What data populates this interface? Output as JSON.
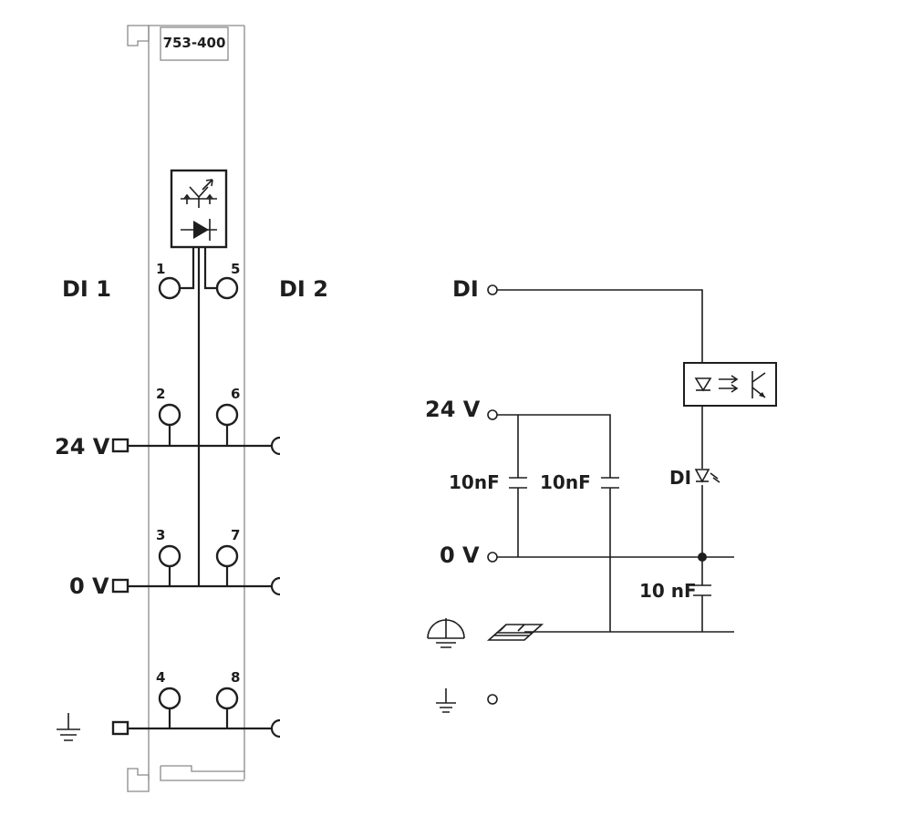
{
  "module": {
    "part_number": "753-400",
    "channel_left": "DI 1",
    "channel_right": "DI 2",
    "terminals": [
      "1",
      "2",
      "3",
      "4",
      "5",
      "6",
      "7",
      "8"
    ],
    "rail_24v": "24 V",
    "rail_0v": "0 V"
  },
  "schematic": {
    "input_label": "DI",
    "supply_label": "24 V",
    "ground_label": "0 V",
    "cap1_label": "10nF",
    "cap2_label": "10nF",
    "cap3_label": "10 nF",
    "led_label": "DI"
  }
}
